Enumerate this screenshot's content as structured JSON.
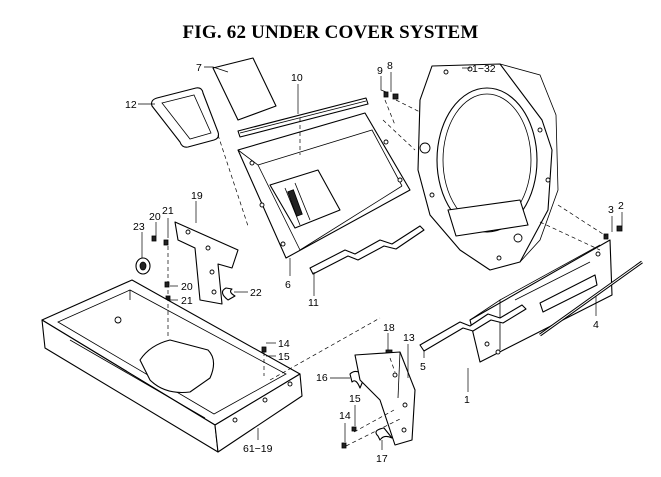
{
  "figure": {
    "title": "FIG. 62  UNDER COVER SYSTEM"
  },
  "callouts": [
    {
      "id": "c-7",
      "label": "7"
    },
    {
      "id": "c-10",
      "label": "10"
    },
    {
      "id": "c-9",
      "label": "9"
    },
    {
      "id": "c-8",
      "label": "8"
    },
    {
      "id": "c-1-32",
      "label": "1−32"
    },
    {
      "id": "c-12",
      "label": "12"
    },
    {
      "id": "c-19",
      "label": "19"
    },
    {
      "id": "c-21a",
      "label": "21"
    },
    {
      "id": "c-20a",
      "label": "20"
    },
    {
      "id": "c-23",
      "label": "23"
    },
    {
      "id": "c-20b",
      "label": "20"
    },
    {
      "id": "c-21b",
      "label": "21"
    },
    {
      "id": "c-22",
      "label": "22"
    },
    {
      "id": "c-6",
      "label": "6"
    },
    {
      "id": "c-11",
      "label": "11"
    },
    {
      "id": "c-3",
      "label": "3"
    },
    {
      "id": "c-2",
      "label": "2"
    },
    {
      "id": "c-4",
      "label": "4"
    },
    {
      "id": "c-18",
      "label": "18"
    },
    {
      "id": "c-13",
      "label": "13"
    },
    {
      "id": "c-5",
      "label": "5"
    },
    {
      "id": "c-14a",
      "label": "14"
    },
    {
      "id": "c-15a",
      "label": "15"
    },
    {
      "id": "c-16",
      "label": "16"
    },
    {
      "id": "c-1",
      "label": "1"
    },
    {
      "id": "c-15b",
      "label": "15"
    },
    {
      "id": "c-14b",
      "label": "14"
    },
    {
      "id": "c-17",
      "label": "17"
    },
    {
      "id": "c-61-19",
      "label": "61−19"
    }
  ]
}
